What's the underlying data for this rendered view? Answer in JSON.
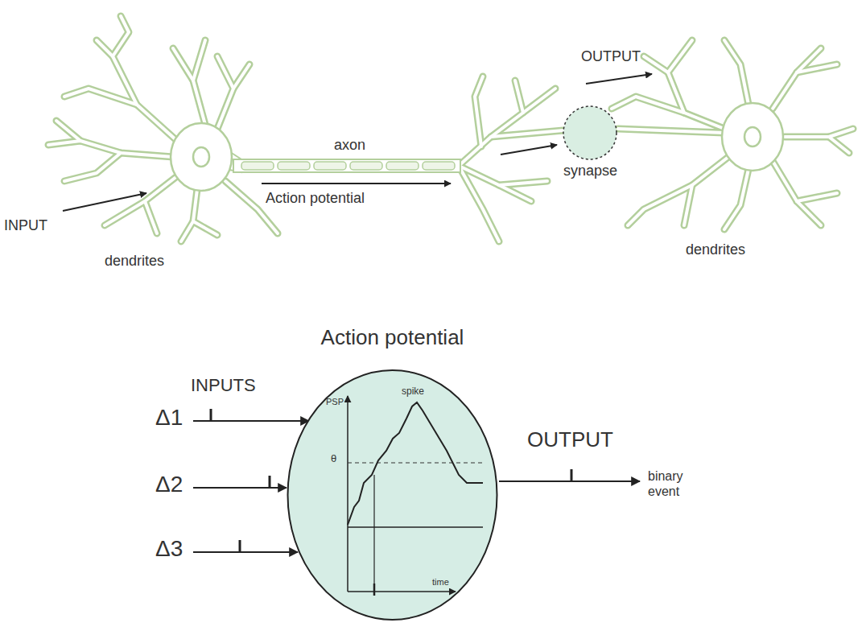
{
  "diagram": {
    "nodes": [
      {
        "text": [
          "Action potential"
        ]
      }
    ],
    "labels": [
      "INPUT",
      "dendrites",
      "axon",
      "Action potential",
      "synapse",
      "OUTPUT",
      "dendrites",
      "INPUTS",
      "Δ1",
      "Δ2",
      "Δ3",
      "PSP",
      "spike",
      "θ",
      "time",
      "OUTPUT",
      "binary event"
    ]
  }
}
